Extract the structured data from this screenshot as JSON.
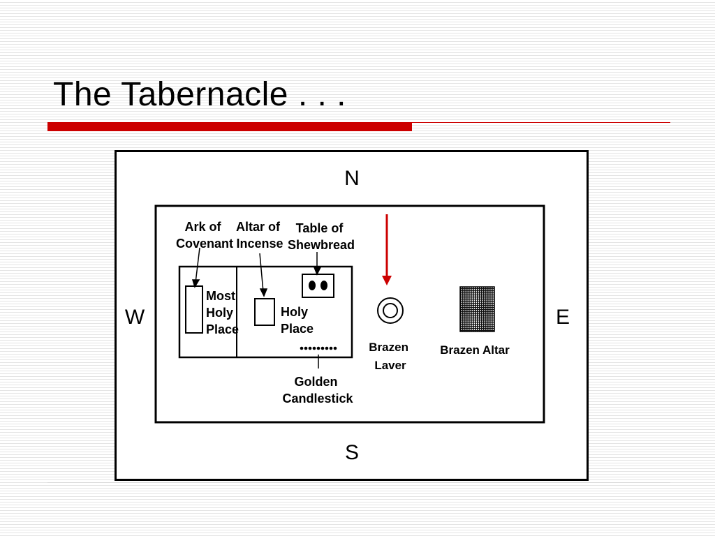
{
  "title": "The Tabernacle . . .",
  "diagram": {
    "directions": {
      "north": "N",
      "south": "S",
      "west": "W",
      "east": "E"
    },
    "ark": {
      "line1": "Ark of",
      "line2": "Covenant"
    },
    "altar_incense": {
      "line1": "Altar of",
      "line2": "Incense"
    },
    "table": {
      "line1": "Table of",
      "line2": "Shewbread"
    },
    "most_holy": {
      "line1": "Most",
      "line2": "Holy",
      "line3": "Place"
    },
    "holy": {
      "line1": "Holy",
      "line2": "Place"
    },
    "candlestick": {
      "line1": "Golden",
      "line2": "Candlestick"
    },
    "laver": {
      "line1": "Brazen",
      "line2": "Laver"
    },
    "altar": "Brazen Altar",
    "colors": {
      "arrow": "#cc0000",
      "title_bar": "#cc0000"
    }
  }
}
